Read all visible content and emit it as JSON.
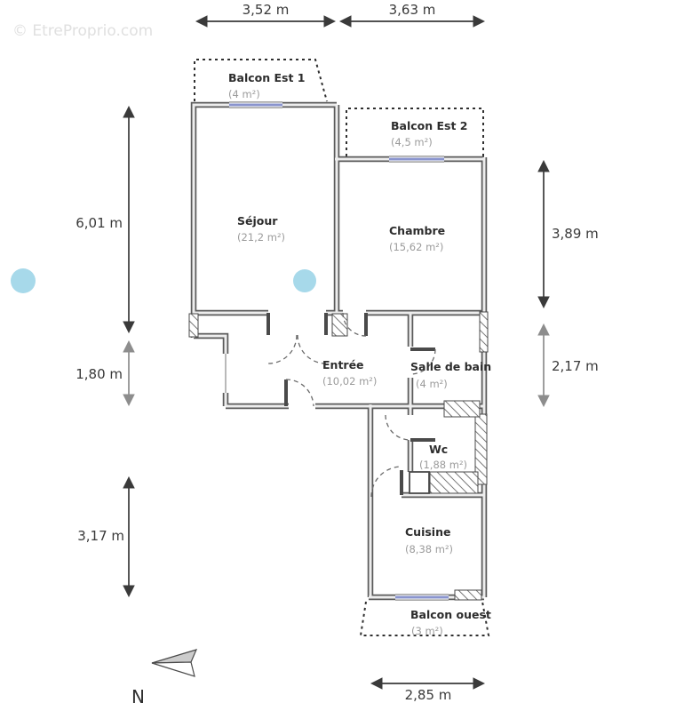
{
  "watermark": {
    "text": "© EtreProprio.com"
  },
  "compass": {
    "label": "N"
  },
  "dimensions": {
    "top_left": "3,52 m",
    "top_right": "3,63 m",
    "left_upper": "6,01 m",
    "left_middle": "1,80 m",
    "left_lower": "3,17 m",
    "right_upper": "3,89 m",
    "right_lower": "2,17 m",
    "bottom": "2,85 m"
  },
  "rooms": {
    "balcon_est_1": {
      "name": "Balcon Est 1",
      "area": "(4 m²)"
    },
    "balcon_est_2": {
      "name": "Balcon Est 2",
      "area": "(4,5 m²)"
    },
    "sejour": {
      "name": "Séjour",
      "area": "(21,2 m²)"
    },
    "chambre": {
      "name": "Chambre",
      "area": "(15,62 m²)"
    },
    "entree": {
      "name": "Entrée",
      "area": "(10,02 m²)"
    },
    "salle_de_bain": {
      "name": "Salle de bain",
      "area": "(4 m²)"
    },
    "wc": {
      "name": "Wc",
      "area": "(1,88 m²)"
    },
    "cuisine": {
      "name": "Cuisine",
      "area": "(8,38 m²)"
    },
    "balcon_ouest": {
      "name": "Balcon ouest",
      "area": "(3 m²)"
    }
  },
  "colors": {
    "wall": "#5a5a5a",
    "window_blue": "#8a94ce",
    "balcony_dash": "#2f2f2f",
    "room_name_text": "#2d2d2d",
    "room_area_text": "#9b9b9b",
    "dimension_text": "#3a3a3a",
    "watermark_text": "#e0e0e0",
    "watermark_circle": "#a7d9ea",
    "north_arrow_fill": "#cccccc"
  }
}
